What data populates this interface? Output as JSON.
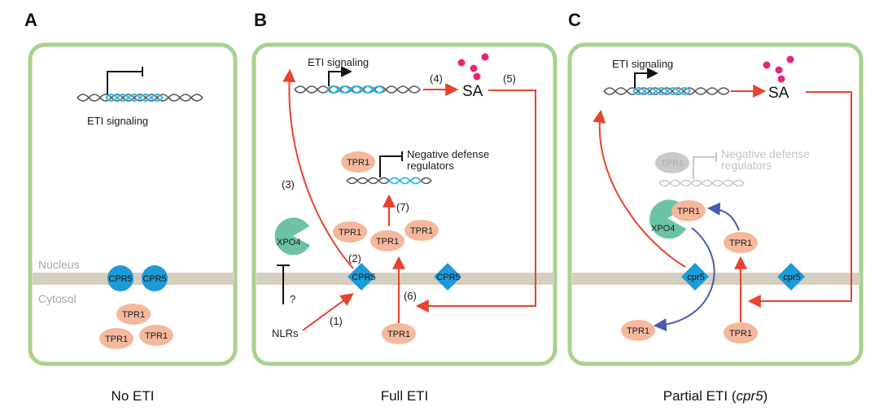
{
  "panels": [
    {
      "letter": "A",
      "caption": "No ETI",
      "nucleus_label": "Nucleus",
      "cytosol_label": "Cytosol",
      "eti_label": "ETI signaling",
      "cpr5": [
        "CPR5",
        "CPR5"
      ],
      "tpr1": [
        "TPR1",
        "TPR1",
        "TPR1"
      ]
    },
    {
      "letter": "B",
      "caption": "Full ETI",
      "eti_label": "ETI signaling",
      "sa_label": "SA",
      "neg_label_1": "Negative defense",
      "neg_label_2": "regulators",
      "xpo4": "XPO4",
      "nlrs": "NLRs",
      "question": "?",
      "cpr5": [
        "CPR5",
        "CPR5"
      ],
      "tpr1": [
        "TPR1",
        "TPR1",
        "TPR1",
        "TPR1",
        "TPR1"
      ],
      "steps": [
        "(1)",
        "(2)",
        "(3)",
        "(4)",
        "(5)",
        "(6)",
        "(7)"
      ]
    },
    {
      "letter": "C",
      "caption_main": "Partial ETI (",
      "caption_italic": "cpr5",
      "caption_end": ")",
      "eti_label": "ETI signaling",
      "sa_label": "SA",
      "neg_label_1": "Negative defense",
      "neg_label_2": "regulators",
      "xpo4": "XPO4",
      "cpr5": [
        "cpr5",
        "cpr5"
      ],
      "tpr1": [
        "TPR1",
        "TPR1",
        "TPR1",
        "TPR1",
        "TPR1"
      ]
    }
  ],
  "colors": {
    "panel_border": "#a9d18e",
    "membrane": "#d6cfc0",
    "cpr5": "#1e9ad6",
    "tpr1": "#f4b89c",
    "xpo4": "#6cc3a4",
    "red_arrow": "#e8412e",
    "blue_arrow": "#4a5ab0",
    "sa_dot": "#e6257a",
    "dna_blue": "#3ab7e6",
    "dna_gray": "#555555"
  }
}
